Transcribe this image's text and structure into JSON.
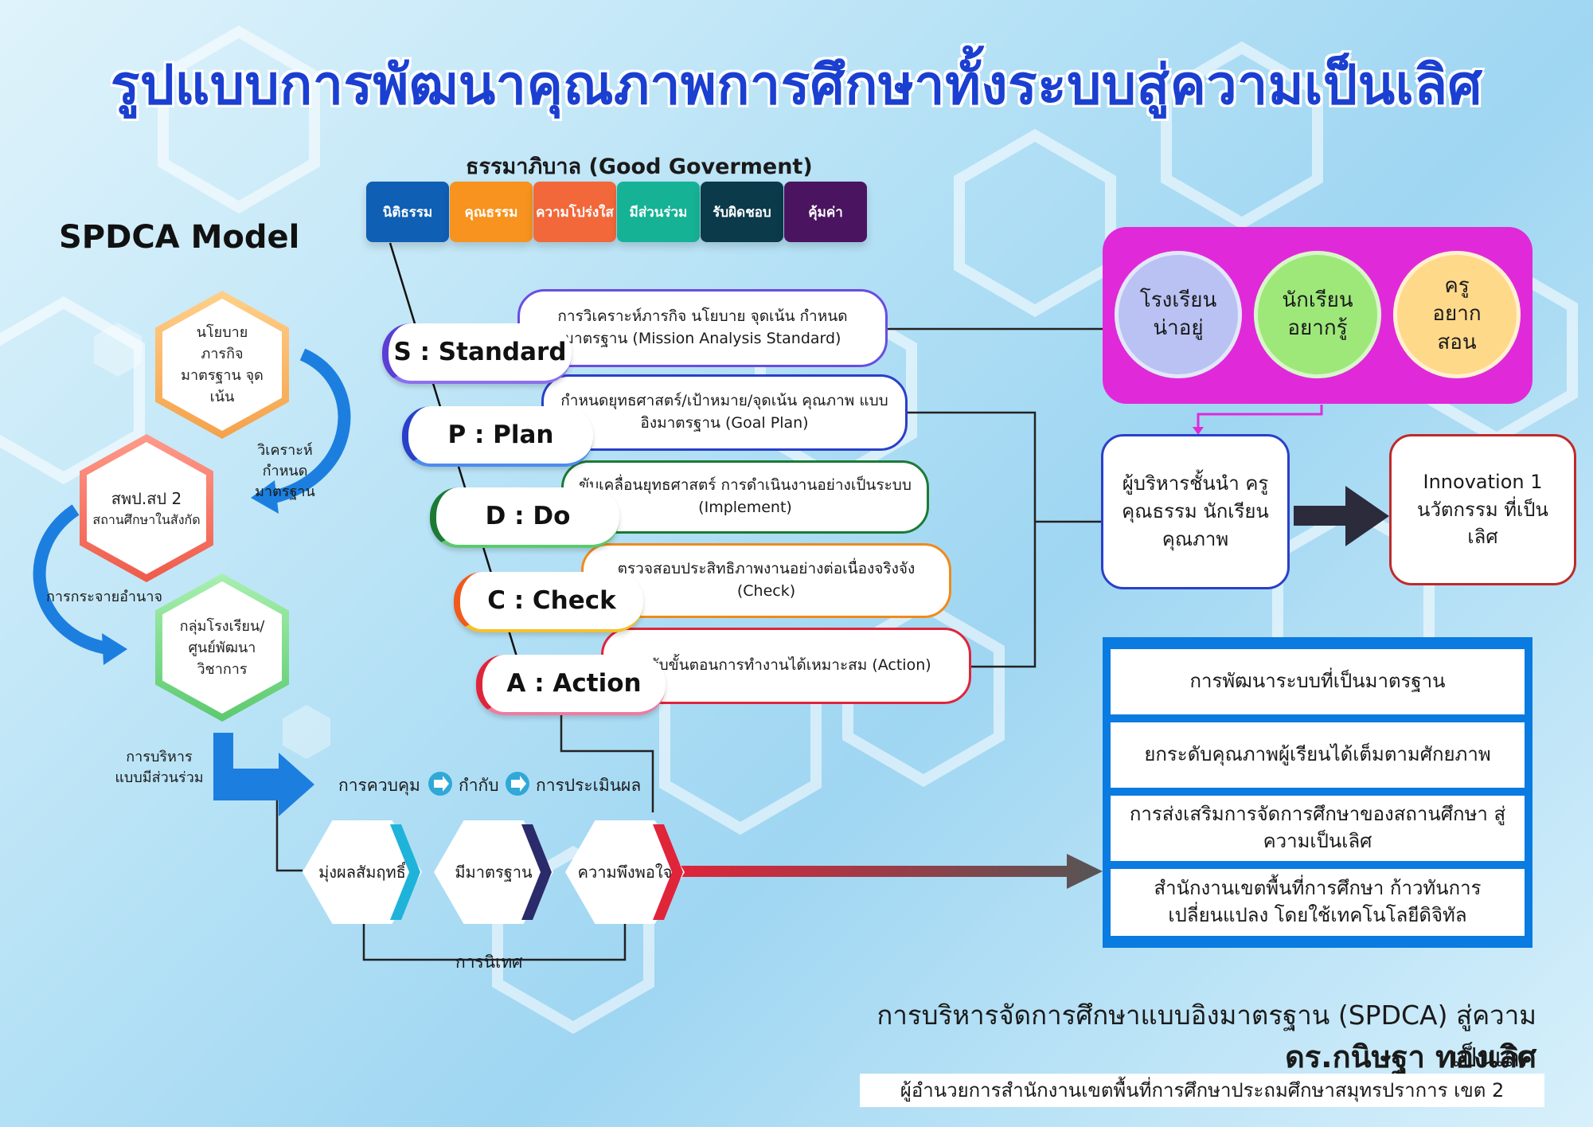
{
  "title": "รูปแบบการพัฒนาคุณภาพการศึกษาทั้งระบบสู่ความเป็นเลิศ",
  "good_governance": {
    "title": "ธรรมาภิบาล (Good Goverment)",
    "items": [
      {
        "label": "นิติธรรม",
        "color": "#0f5fb4"
      },
      {
        "label": "คุณธรรม",
        "color": "#f7931e"
      },
      {
        "label": "ความโปร่งใส",
        "color": "#f2683a"
      },
      {
        "label": "มีส่วนร่วม",
        "color": "#16b296"
      },
      {
        "label": "รับผิดชอบ",
        "color": "#0b3a4a"
      },
      {
        "label": "คุ้มค่า",
        "color": "#4a1460"
      }
    ]
  },
  "spdca_model_label": "SPDCA Model",
  "left_cycle": {
    "hex1": "นโยบาย ภารกิจ มาตรฐาน จุดเน้น",
    "hex2_title": "สพป.สป 2",
    "hex2_sub": "สถานศึกษาในสังกัด",
    "hex3": "กลุ่มโรงเรียน/ ศูนย์พัฒนาวิชาการ",
    "label_analyze": "วิเคราะห์กำหนด มาตรฐาน",
    "label_decentral": "การกระจายอำนาจ",
    "label_participate": "การบริหาร แบบมีส่วนร่วม"
  },
  "spdca": [
    {
      "label": "S : Standard",
      "desc": "การวิเคราะห์ภารกิจ นโยบาย จุดเน้น กำหนดมาตรฐาน (Mission Analysis Standard)",
      "color": "#5b3fd4"
    },
    {
      "label": "P : Plan",
      "desc": "กำหนดยุทธศาสตร์/เป้าหมาย/จุดเน้น คุณภาพ แบบอิงมาตรฐาน (Goal Plan)",
      "color": "#2a40c9"
    },
    {
      "label": "D : Do",
      "desc": "ขับเคลื่อนยุทธศาสตร์ การดำเนินงานอย่างเป็นระบบ (Implement)",
      "color": "#1c7a35"
    },
    {
      "label": "C : Check",
      "desc": "ตรวจสอบประสิทธิภาพงานอย่างต่อเนื่องจริงจัง (Check)",
      "color": "#f08a1a"
    },
    {
      "label": "A : Action",
      "desc": "ปรับขั้นตอนการทำงานได้เหมาะสม (Action)",
      "color": "#e0243a"
    }
  ],
  "monitor_flow": {
    "step1": "การควบคุม",
    "step2": "กำกับ",
    "step3": "การประเมินผล",
    "supervision": "การนิเทศ"
  },
  "outcomes": [
    {
      "label": "มุ่งผลสัมฤทธิ์",
      "color": "#1fb3d9"
    },
    {
      "label": "มีมาตรฐาน",
      "color": "#2b2a6b"
    },
    {
      "label": "ความพึงพอใจ",
      "color": "#e0243a"
    }
  ],
  "circles": [
    {
      "label": "โรงเรียน น่าอยู่",
      "color": "#b9c2f3"
    },
    {
      "label": "นักเรียน อยากรู้",
      "color": "#9ee87a"
    },
    {
      "label": "ครู อยากสอน",
      "color": "#ffd98a"
    }
  ],
  "circles_panel_color": "#e02ad9",
  "leaders_box": "ผู้บริหารชั้นนำ ครูคุณธรรม นักเรียนคุณภาพ",
  "innovation_box": "Innovation 1 นวัตกรรม ที่เป็นเลิศ",
  "goals": [
    "การพัฒนาระบบที่เป็นมาตรฐาน",
    "ยกระดับคุณภาพผู้เรียนได้เต็มตามศักยภาพ",
    "การส่งเสริมการจัดการศึกษาของสถานศึกษา สู่ความเป็นเลิศ",
    "สำนักงานเขตพื้นที่การศึกษา ก้าวทันการเปลี่ยนแปลง โดยใช้เทคโนโลยีดิจิทัล"
  ],
  "goals_frame_color": "#0a7be0",
  "footer": {
    "line1": "การบริหารจัดการศึกษาแบบอิงมาตรฐาน (SPDCA) สู่ความเป็นเลิศ",
    "line2": "ดร.กนิษฐา ทองเลิศ",
    "line3": "ผู้อำนวยการสำนักงานเขตพื้นที่การศึกษาประถมศึกษาสมุทรปราการ เขต 2"
  }
}
